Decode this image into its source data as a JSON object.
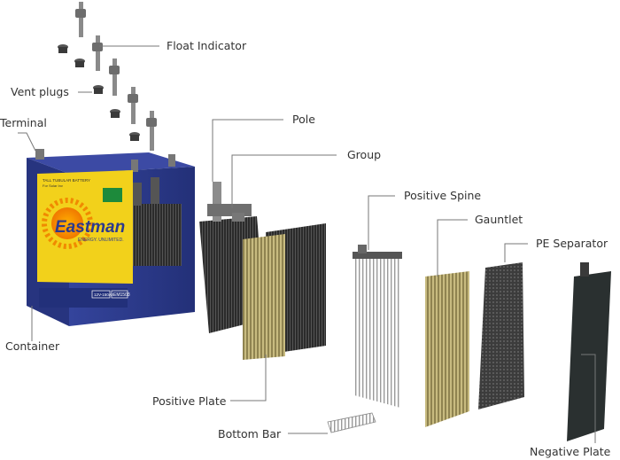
{
  "labels": {
    "float_indicator": "Float Indicator",
    "vent_plugs": "Vent plugs",
    "terminal": "Terminal",
    "pole": "Pole",
    "group": "Group",
    "positive_spine": "Positive Spine",
    "gauntlet": "Gauntlet",
    "pe_separator": "PE Separator",
    "container": "Container",
    "positive_plate": "Positive Plate",
    "bottom_bar": "Bottom Bar",
    "negative_plate": "Negative Plate"
  },
  "battery": {
    "brand": "Eastman",
    "tagline": "ENERGY. UNLIMITED.",
    "header_text": "TALL TUBULAR BATTERY",
    "header_sub": "For Solar Inv",
    "voltage_badge": "12V-150Ah",
    "model": "EM1503"
  },
  "colors": {
    "leader": "#666666",
    "battery_blue": "#2c3a8c",
    "label_yellow": "#f2d11b",
    "plate_dark": "#2e2e2e",
    "gauntlet_gold": "#a89a5a"
  }
}
